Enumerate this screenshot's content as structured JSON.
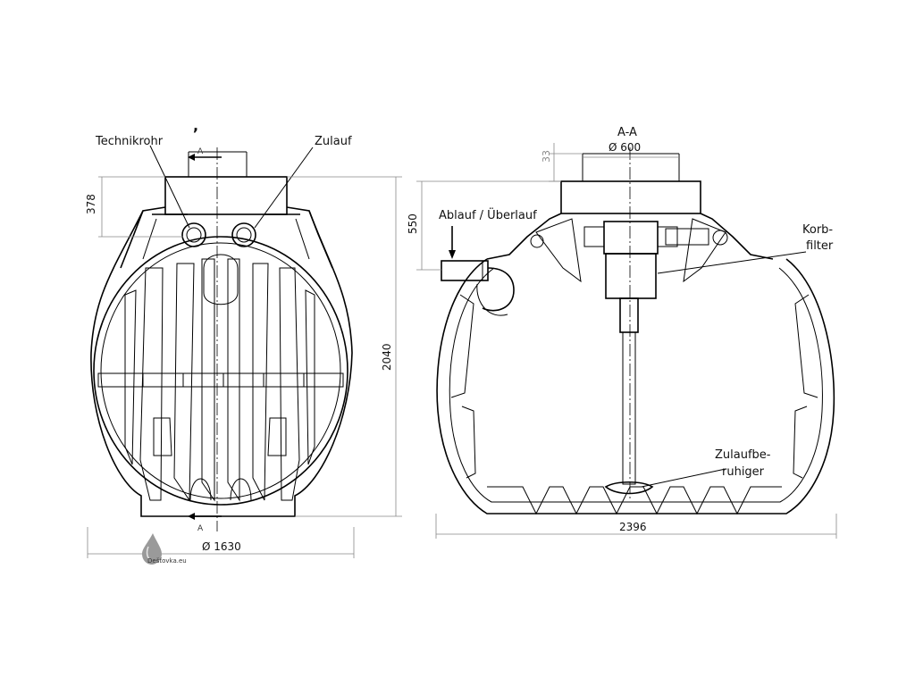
{
  "front_view": {
    "labels": {
      "technikrohr": "Technikrohr",
      "zulauf": "Zulauf"
    },
    "section_marks": {
      "top": "A",
      "bottom": "A"
    },
    "dimensions": {
      "height_top": "378",
      "total_height": "2040",
      "diameter": "Ø 1630"
    }
  },
  "section_view": {
    "title": "A-A",
    "labels": {
      "ablauf": "Ablauf / Überlauf",
      "korb_line1": "Korb-",
      "korb_line2": "filter",
      "zulaufb_line1": "Zulaufbe-",
      "zulaufb_line2": "ruhiger"
    },
    "dimensions": {
      "dome_diameter": "Ø 600",
      "dome_offset": "33",
      "outlet_height": "550",
      "total_length": "2396"
    }
  },
  "watermark": {
    "text": "Dešťovka.eu"
  }
}
